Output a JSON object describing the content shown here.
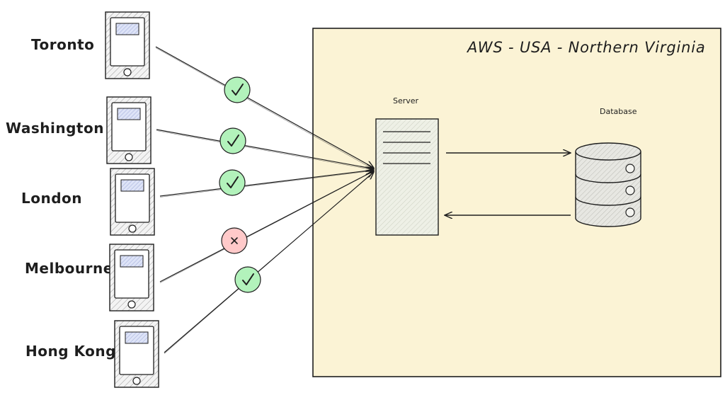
{
  "region": {
    "title": "AWS - USA - Northern Virginia",
    "fill": "#fbf3d5",
    "stroke": "#1e1e1e"
  },
  "server": {
    "label": "Server"
  },
  "database": {
    "label": "Database"
  },
  "clients": [
    {
      "city": "Toronto",
      "status": "ok"
    },
    {
      "city": "Washington",
      "status": "ok"
    },
    {
      "city": "London",
      "status": "ok"
    },
    {
      "city": "Melbourne",
      "status": "fail"
    },
    {
      "city": "Hong Kong",
      "status": "ok"
    }
  ],
  "status_icons": {
    "ok": {
      "icon": "check-icon",
      "fill": "#b2f2bb",
      "symbol": "✓"
    },
    "fail": {
      "icon": "x-icon",
      "fill": "#ffc9c9",
      "symbol": "×"
    }
  }
}
